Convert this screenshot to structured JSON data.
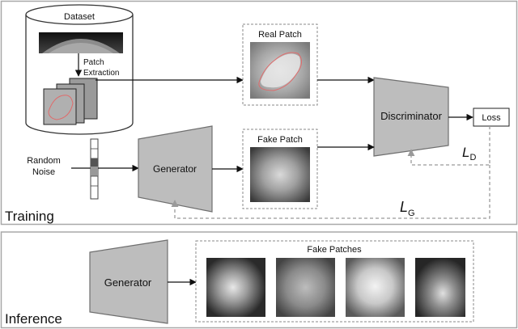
{
  "training": {
    "section_label": "Training",
    "dataset_label": "Dataset",
    "patch_extraction": [
      "Patch",
      "Extraction"
    ],
    "real_patch_label": "Real Patch",
    "fake_patch_label": "Fake Patch",
    "random_noise": [
      "Random",
      "Noise"
    ],
    "generator_label": "Generator",
    "discriminator_label": "Discriminator",
    "loss_label": "Loss",
    "ld_main": "L",
    "ld_sub": "D",
    "lg_main": "L",
    "lg_sub": "G"
  },
  "inference": {
    "section_label": "Inference",
    "generator_label": "Generator",
    "fake_patches_label": "Fake Patches"
  },
  "colors": {
    "block_fill": "#bdbdbd",
    "block_stroke": "#6f6f6f",
    "panel_border": "#a8a8a8",
    "dashed_arrow": "#9a9a9a",
    "lesion_outline": "#e06a6a",
    "noise_dark": "#555555"
  }
}
